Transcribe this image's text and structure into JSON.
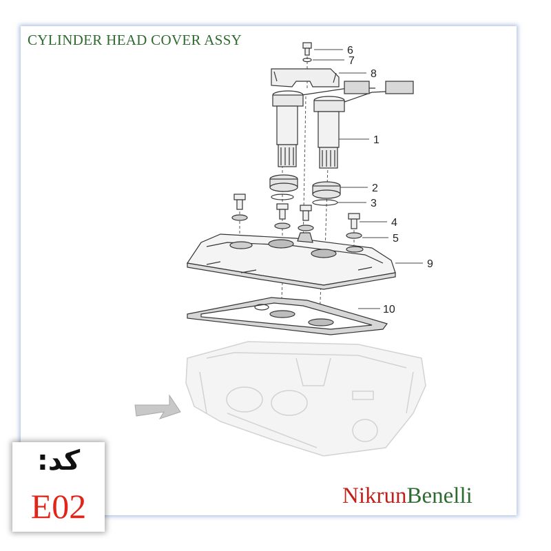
{
  "title": "CYLINDER HEAD COVER ASSY",
  "callouts": [
    "6",
    "7",
    "8",
    "1",
    "2",
    "3",
    "4",
    "5",
    "9",
    "10"
  ],
  "code": {
    "label": "کد:",
    "value": "E02"
  },
  "brand": {
    "part1": "Nikrun",
    "part2": "Benelli"
  },
  "colors": {
    "title": "#2e6b2e",
    "brand_red": "#c0221a",
    "brand_green": "#2e6b2e",
    "code_value": "#e0261b"
  }
}
